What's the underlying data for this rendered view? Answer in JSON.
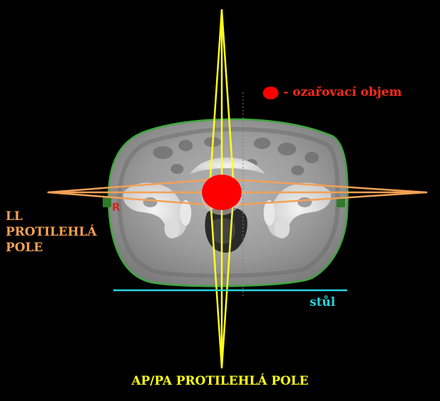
{
  "labels": {
    "target_volume": "- ozařovací objem",
    "lateral_line1": "LL",
    "lateral_line2": "PROTILEHLÁ",
    "lateral_line3": "POLE",
    "patient_side_marker": "R",
    "table": "stůl",
    "ap_pa": "AP/PA PROTILEHLÁ POLE"
  },
  "icons": {
    "legend_dot": "red-filled-circle",
    "target": "red-filled-circle",
    "anatomy": "ct-pelvis-cross-section"
  },
  "colors": {
    "background": "#000000",
    "target": "#ff0000",
    "ap_pa_beam": "#ffff1a",
    "lateral_beam": "#f4a055",
    "lateral_label": "#f4a055",
    "table_line": "#26d4e0",
    "table_label": "#26d4e0",
    "ap_pa_label": "#ffff1a",
    "body_contour": "#3ea83e",
    "legend_text": "#ff2a1a",
    "side_marker": "#d12a1a"
  }
}
